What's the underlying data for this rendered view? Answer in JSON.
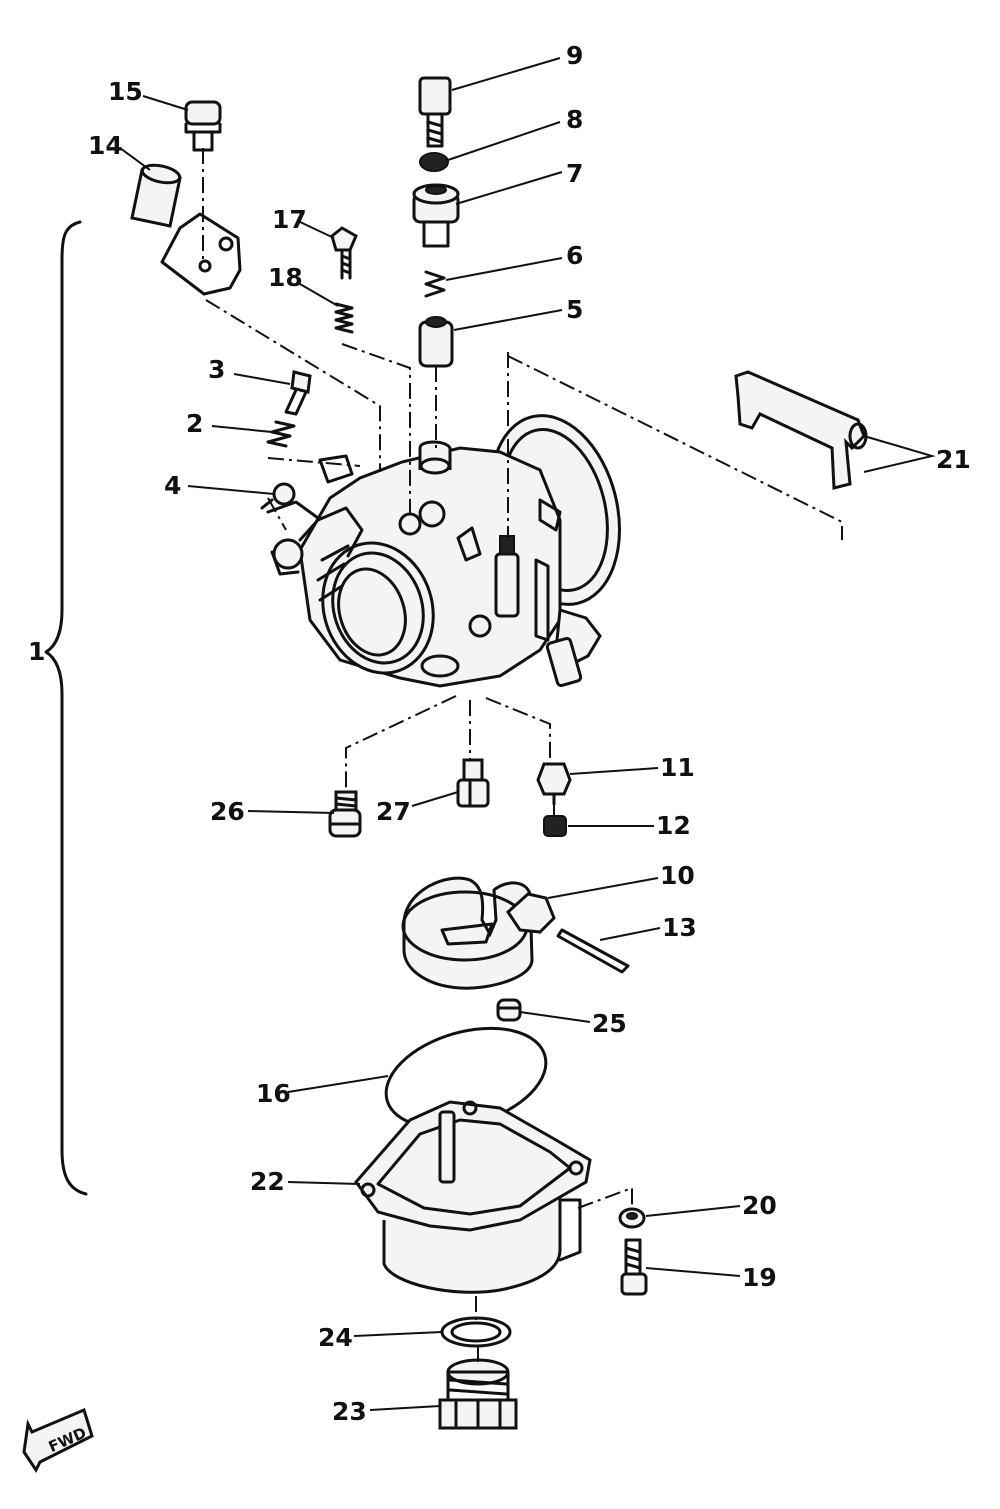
{
  "labels": {
    "l1": "1",
    "l2": "2",
    "l3": "3",
    "l4": "4",
    "l5": "5",
    "l6": "6",
    "l7": "7",
    "l8": "8",
    "l9": "9",
    "l10": "10",
    "l11": "11",
    "l12": "12",
    "l13": "13",
    "l14": "14",
    "l15": "15",
    "l16": "16",
    "l17": "17",
    "l18": "18",
    "l19": "19",
    "l20": "20",
    "l21": "21",
    "l22": "22",
    "l23": "23",
    "l24": "24",
    "l25": "25",
    "l26": "26",
    "l27": "27"
  },
  "fwd": "FWD"
}
